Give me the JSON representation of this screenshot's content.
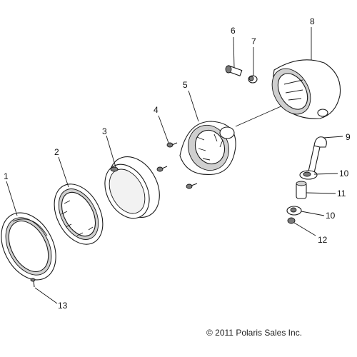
{
  "callouts": {
    "c1": "1",
    "c2": "2",
    "c3": "3",
    "c4": "4",
    "c5": "5",
    "c6": "6",
    "c7": "7",
    "c8": "8",
    "c9": "9",
    "c10a": "10",
    "c10b": "10",
    "c11": "11",
    "c12": "12",
    "c13": "13"
  },
  "copyright": "© 2011 Polaris Sales Inc."
}
